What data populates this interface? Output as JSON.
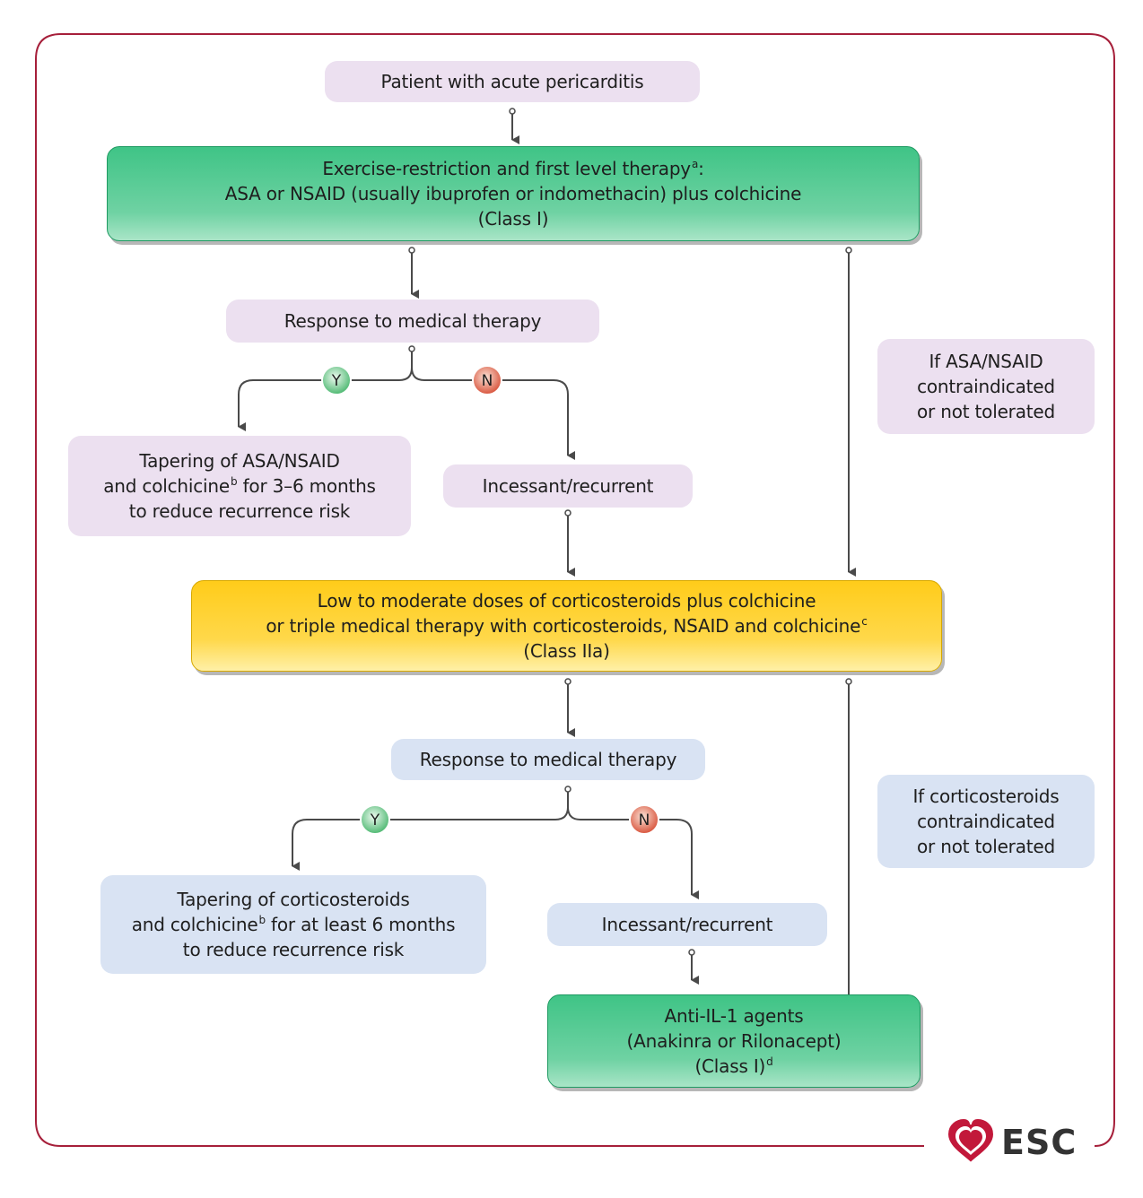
{
  "colors": {
    "frame": "#a61f3a",
    "connector": "#4a4a4a",
    "yes_badge": "#4cb870",
    "no_badge": "#d8523a",
    "pink_box": "#ece0f0",
    "blue_box": "#d9e3f3",
    "green_box": "#3fc486",
    "yellow_box": "#ffcc1a"
  },
  "nodes": {
    "start": {
      "line1": "Patient with acute pericarditis"
    },
    "first_level": {
      "line1": "Exercise-restriction and first level therapy",
      "line1_sup": "a",
      "line1_end": ":",
      "line2": "ASA or NSAID (usually ibuprofen or indomethacin) plus colchicine",
      "line3": "(Class I)"
    },
    "response1": {
      "line1": "Response to medical therapy"
    },
    "nsaid_contra": {
      "line1": "If ASA/NSAID",
      "line2": "contraindicated",
      "line3": "or not tolerated"
    },
    "taper1": {
      "line1": "Tapering of ASA/NSAID",
      "line2a": "and colchicine",
      "line2_sup": "b",
      "line2b": " for 3–6 months",
      "line3": "to reduce recurrence risk"
    },
    "incessant1": {
      "line1": "Incessant/recurrent"
    },
    "corticosteroids": {
      "line1": "Low to moderate doses of corticosteroids plus colchicine",
      "line2": "or triple medical therapy with corticosteroids, NSAID and colchicine",
      "line2_sup": "c",
      "line3": "(Class IIa)"
    },
    "response2": {
      "line1": "Response to medical therapy"
    },
    "steroid_contra": {
      "line1": "If corticosteroids",
      "line2": "contraindicated",
      "line3": "or not tolerated"
    },
    "taper2": {
      "line1": "Tapering of corticosteroids",
      "line2a": "and colchicine",
      "line2_sup": "b",
      "line2b": " for at least 6 months",
      "line3": "to reduce recurrence risk"
    },
    "incessant2": {
      "line1": "Incessant/recurrent"
    },
    "anti_il1": {
      "line1": "Anti-IL-1 agents",
      "line2": "(Anakinra or Rilonacept)",
      "line3": "(Class I)",
      "line3_sup": "d"
    }
  },
  "badges": {
    "yes": "Y",
    "no": "N"
  },
  "logo": {
    "text": "ESC",
    "icon": "heart-icon"
  },
  "caption": ""
}
